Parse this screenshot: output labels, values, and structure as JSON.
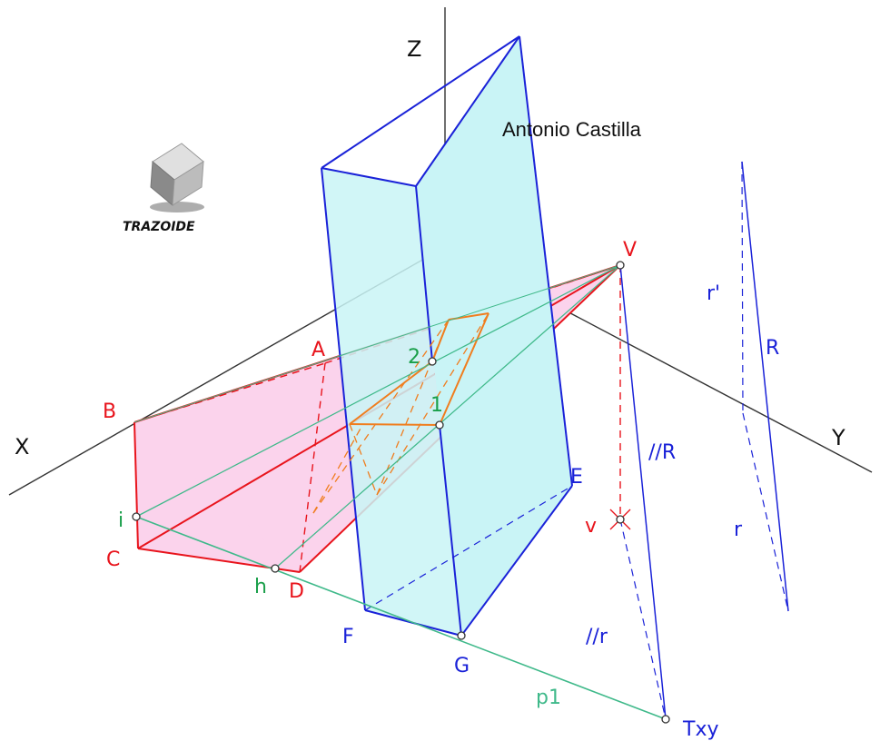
{
  "author": "Antonio  Castilla",
  "logo": {
    "text": "TRAZOIDE"
  },
  "axes": {
    "x": "X",
    "y": "Y",
    "z": "Z"
  },
  "labels": {
    "A": "A",
    "B": "B",
    "C": "C",
    "D": "D",
    "E": "E",
    "F": "F",
    "G": "G",
    "V": "V",
    "v": "v",
    "i": "i",
    "h": "h",
    "p1": "p1",
    "Txy": "Txy",
    "one": "1",
    "two": "2",
    "R": "R",
    "r": "r",
    "r_prime": "r'",
    "par_R": "//R",
    "par_r": "//r"
  },
  "colors": {
    "pyramid": "#e8141c",
    "pyramid_fill": "#fbd3ec",
    "plane": "#1a22d8",
    "plane_fill": "#c9f4f6",
    "section": "#f07d1e",
    "projection": "#3fb98a",
    "axes": "#333333"
  }
}
